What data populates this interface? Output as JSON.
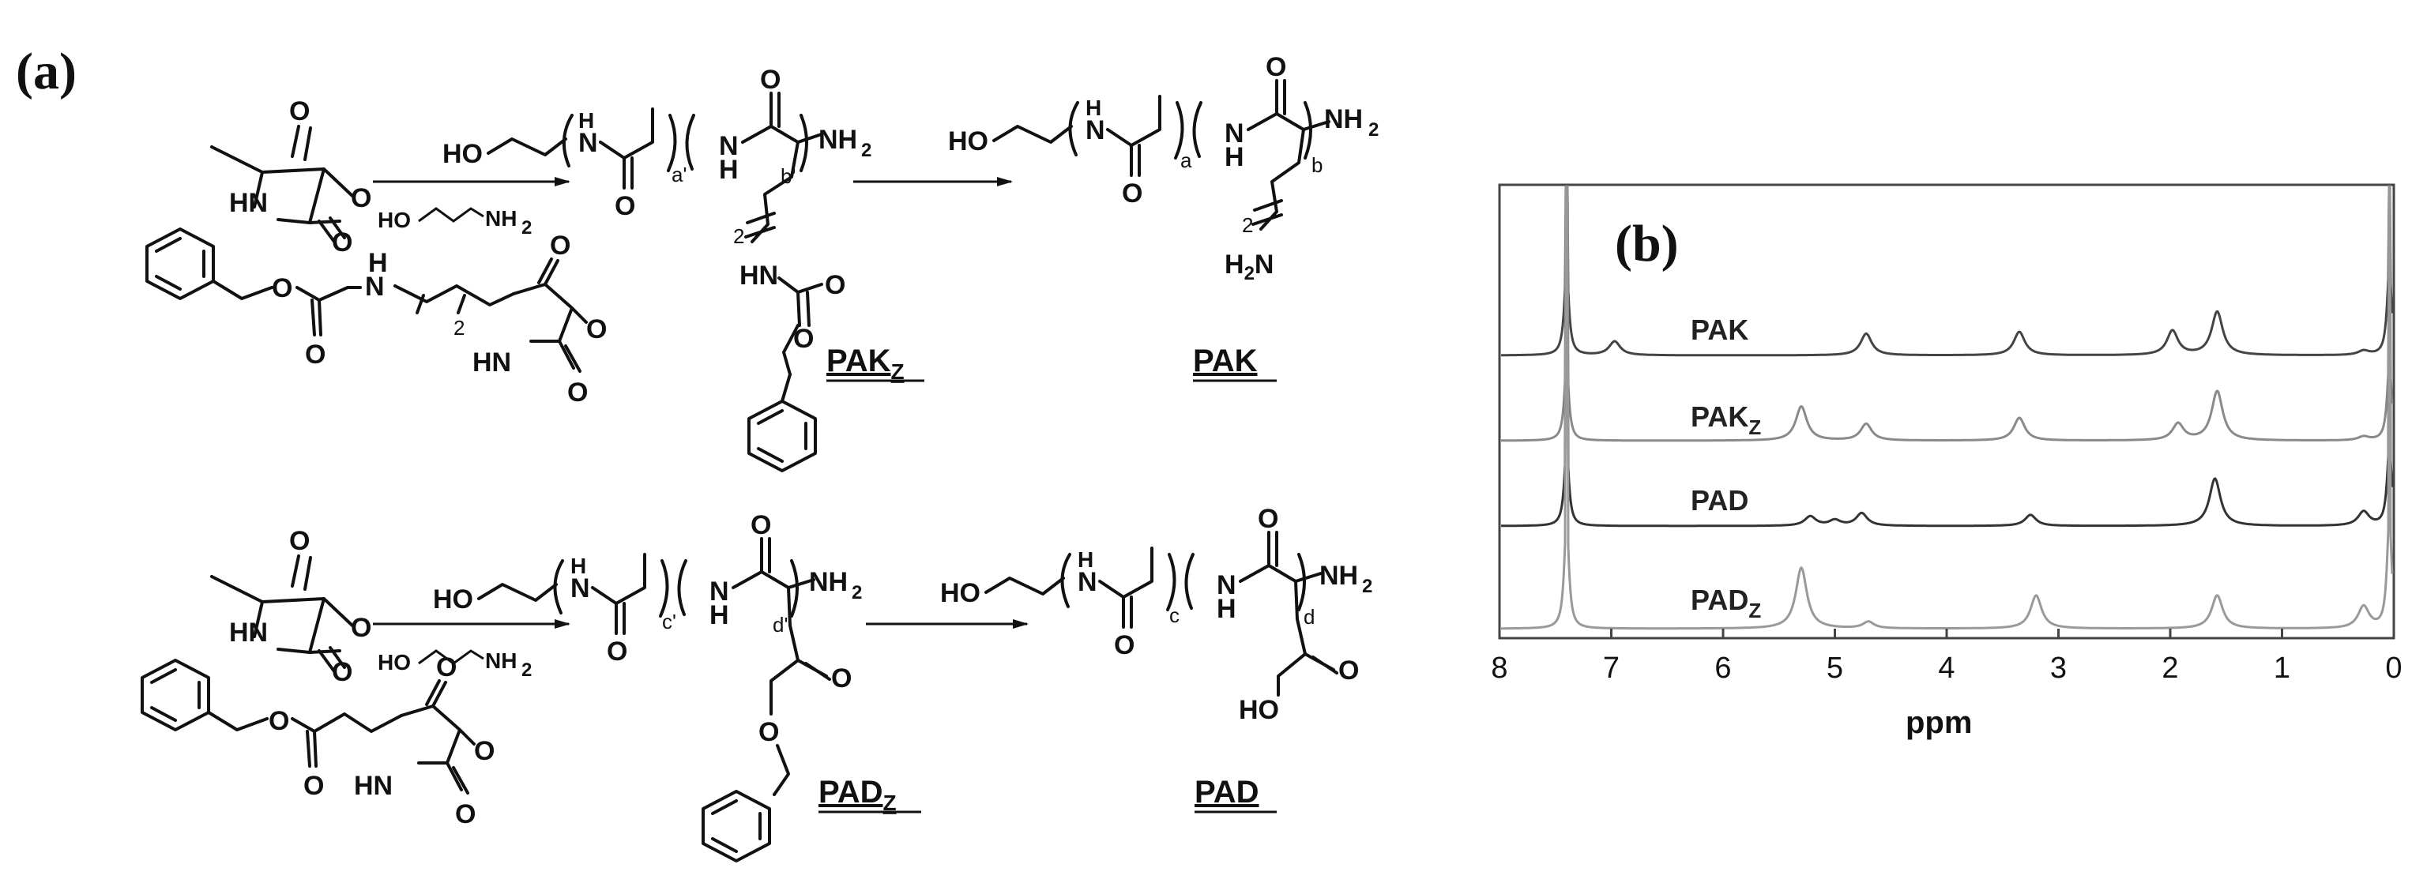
{
  "panel_a_label": "(a)",
  "panel_b_label": "(b)",
  "scheme": {
    "top": {
      "reagent_1": {
        "atoms": [
          "O",
          "O",
          "O",
          "HN"
        ]
      },
      "reagent_2": {
        "atoms": [
          "O",
          "O",
          "H",
          "N",
          "2",
          "O",
          "O",
          "O",
          "HN"
        ]
      },
      "initiator": {
        "left": "HO",
        "right": "NH",
        "right_sub": "2"
      },
      "intermediate": {
        "start": "HO",
        "nh_top": "H",
        "nh_bottom": "N",
        "o_bottom": "O",
        "index_1": "a'",
        "nh2_main": "NH",
        "nh2_sub": "2",
        "o_top": "O",
        "nh_mid_top": "N",
        "nh_mid_bottom": "H",
        "index_2": "b'",
        "side_index": "2",
        "side_hn": "HN",
        "side_o1": "O",
        "side_o2": "O",
        "name_main": "PAK",
        "name_sub": "Z"
      },
      "product": {
        "start": "HO",
        "nh_top": "H",
        "nh_bottom": "N",
        "o_bottom": "O",
        "index_1": "a",
        "o_top": "O",
        "nh_mid_top": "N",
        "nh_mid_bottom": "H",
        "nh2_main": "NH",
        "nh2_sub": "2",
        "index_2": "b",
        "side_index": "2",
        "side_amine_main": "H",
        "side_amine_sub": "2",
        "side_amine_end": "N",
        "name": "PAK"
      }
    },
    "bottom": {
      "reagent_1": {
        "atoms": [
          "O",
          "O",
          "O",
          "HN"
        ]
      },
      "reagent_2": {
        "atoms": [
          "O",
          "O",
          "O",
          "O",
          "HN",
          "O"
        ]
      },
      "initiator": {
        "left": "HO",
        "right": "NH",
        "right_sub": "2"
      },
      "intermediate": {
        "start": "HO",
        "nh_top": "H",
        "nh_bottom": "N",
        "o_bottom": "O",
        "index_1": "c'",
        "o_top": "O",
        "nh_mid_top": "N",
        "nh_mid_bottom": "H",
        "nh2_main": "NH",
        "nh2_sub": "2",
        "index_2": "d'",
        "side_o1": "O",
        "side_o2": "O",
        "name_main": "PAD",
        "name_sub": "Z"
      },
      "product": {
        "start": "HO",
        "nh_top": "H",
        "nh_bottom": "N",
        "o_bottom": "O",
        "index_1": "c",
        "o_top": "O",
        "nh_mid_top": "N",
        "nh_mid_bottom": "H",
        "nh2_main": "NH",
        "nh2_sub": "2",
        "index_2": "d",
        "side_o": "O",
        "side_ho": "HO",
        "name": "PAD"
      }
    }
  },
  "chart_data": {
    "type": "line",
    "xlabel": "ppm",
    "xlim": [
      8,
      0
    ],
    "x_reversed": true,
    "x_ticks": [
      "8",
      "7",
      "6",
      "5",
      "4",
      "3",
      "2",
      "1",
      "0"
    ],
    "grid": false,
    "series": [
      {
        "name": "PAK",
        "name_main": "PAK",
        "name_sub": "",
        "color": "#444444",
        "peaks": [
          {
            "x": 7.4,
            "h": 1.0
          },
          {
            "x": 6.97,
            "h": 0.16
          },
          {
            "x": 4.72,
            "h": 0.25
          },
          {
            "x": 3.35,
            "h": 0.27
          },
          {
            "x": 1.98,
            "h": 0.28
          },
          {
            "x": 1.58,
            "h": 0.5
          },
          {
            "x": 0.27,
            "h": 0.05
          },
          {
            "x": 0.04,
            "h": 1.0
          }
        ]
      },
      {
        "name": "PAKZ",
        "name_main": "PAK",
        "name_sub": "Z",
        "color": "#8a8a8a",
        "peaks": [
          {
            "x": 7.4,
            "h": 1.0
          },
          {
            "x": 5.3,
            "h": 0.45
          },
          {
            "x": 4.72,
            "h": 0.22
          },
          {
            "x": 3.35,
            "h": 0.3
          },
          {
            "x": 1.93,
            "h": 0.22
          },
          {
            "x": 1.58,
            "h": 0.65
          },
          {
            "x": 0.27,
            "h": 0.05
          },
          {
            "x": 0.04,
            "h": 1.0
          }
        ]
      },
      {
        "name": "PAD",
        "name_main": "PAD",
        "name_sub": "",
        "color": "#333333",
        "peaks": [
          {
            "x": 7.4,
            "h": 1.0
          },
          {
            "x": 5.22,
            "h": 0.12
          },
          {
            "x": 5.0,
            "h": 0.07
          },
          {
            "x": 4.76,
            "h": 0.16
          },
          {
            "x": 3.25,
            "h": 0.14
          },
          {
            "x": 1.6,
            "h": 0.6
          },
          {
            "x": 0.27,
            "h": 0.18
          },
          {
            "x": 0.04,
            "h": 1.0
          }
        ]
      },
      {
        "name": "PADZ",
        "name_main": "PAD",
        "name_sub": "Z",
        "color": "#999999",
        "peaks": [
          {
            "x": 7.4,
            "h": 1.0
          },
          {
            "x": 5.3,
            "h": 0.55
          },
          {
            "x": 4.7,
            "h": 0.06
          },
          {
            "x": 3.2,
            "h": 0.3
          },
          {
            "x": 1.58,
            "h": 0.3
          },
          {
            "x": 0.27,
            "h": 0.2
          },
          {
            "x": 0.04,
            "h": 1.0
          }
        ]
      }
    ]
  }
}
